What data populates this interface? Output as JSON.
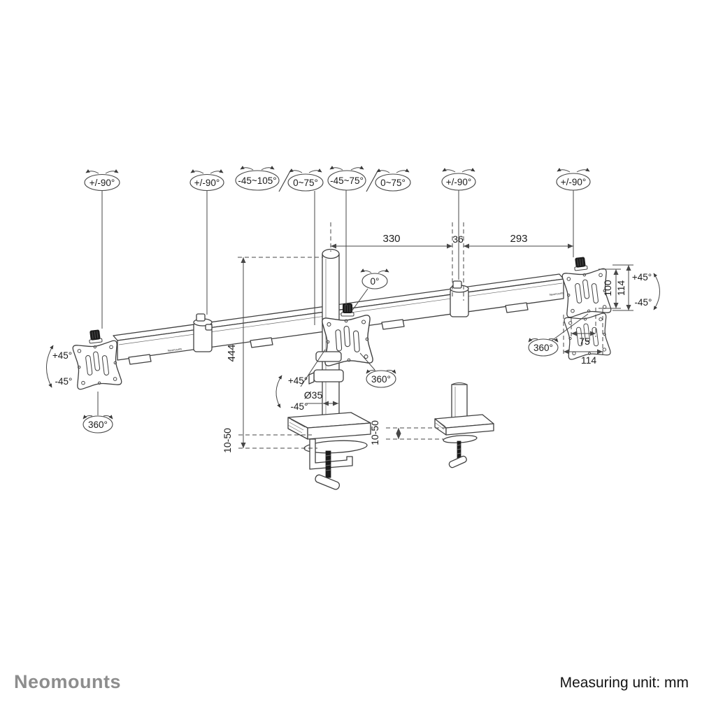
{
  "drawing": {
    "background": "#ffffff",
    "line_color": "#3f3f3f",
    "text_color": "#1d1d1d",
    "brand_color": "#8d8d8d",
    "subject": "triple monitor desk mount technical drawing"
  },
  "footer": {
    "brand": "Neomounts",
    "unit_note": "Measuring unit: mm"
  },
  "beam_print": "Neomounts",
  "rotation_ranges": {
    "top": [
      {
        "label": "+/-90°"
      },
      {
        "label": "+/-90°"
      },
      {
        "label": "-45~105°"
      },
      {
        "label": "0~75°"
      },
      {
        "label": "-45~75°"
      },
      {
        "label": "0~75°"
      },
      {
        "label": "+/-90°"
      },
      {
        "label": "+/-90°"
      }
    ],
    "level": "0°",
    "rotate_left": "360°",
    "rotate_center": "360°",
    "rotate_right": "360°"
  },
  "tilt_ranges": {
    "left_up": "+45°",
    "left_down": "-45°",
    "center_up": "+45°",
    "center_down": "-45°",
    "right_up": "+45°",
    "right_down": "-45°"
  },
  "dimensions_mm": {
    "arm_span_left": "330",
    "pole_offset": "36",
    "arm_span_right": "293",
    "column_height": "444",
    "pole_diameter": "Ø35",
    "clamp_thickness_left": "10-50",
    "clamp_thickness_right": "10-50",
    "vesa_vertical_inner": "100",
    "vesa_vertical_outer": "114",
    "vesa_horizontal_inner": "75",
    "vesa_horizontal_outer": "114"
  }
}
